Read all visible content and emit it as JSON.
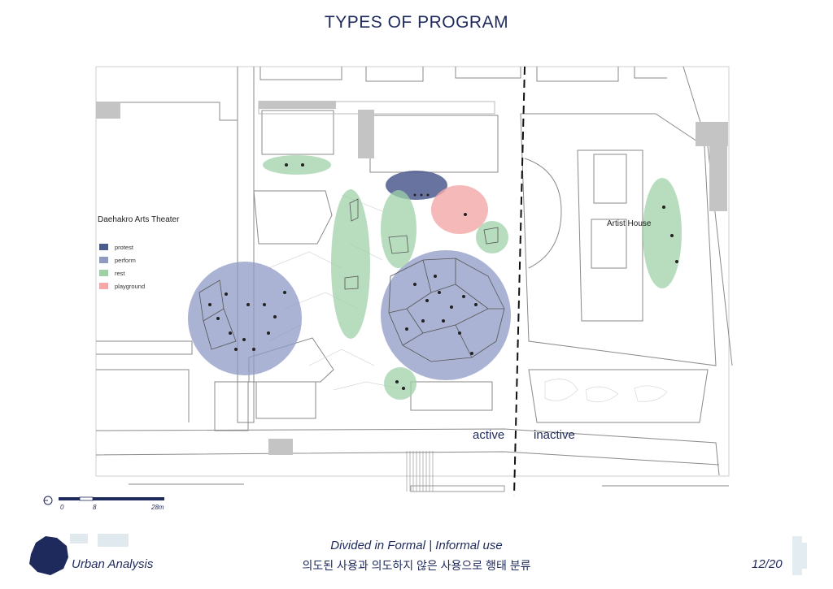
{
  "page": {
    "title": "TYPES OF PROGRAM"
  },
  "map": {
    "theater_label": "Daehakro Arts Theater",
    "artist_house_label": "Artist House",
    "active_label": "active",
    "inactive_label": "inactive"
  },
  "legend": [
    {
      "label": "protest",
      "color": "#4e5a8e"
    },
    {
      "label": "perform",
      "color": "#8e99c4"
    },
    {
      "label": "rest",
      "color": "#9fd1a8"
    },
    {
      "label": "playground",
      "color": "#f3a7a7"
    }
  ],
  "scale": {
    "label_0": "0",
    "label_8": "8",
    "label_28": "28m"
  },
  "footer": {
    "section": "Urban Analysis",
    "caption_en": "Divided in Formal | Informal use",
    "caption_ko": "의도된 사용과 의도하지 않은 사용으로 행태 분류",
    "page": "12/20"
  },
  "colors": {
    "accent": "#1f2a5c"
  }
}
